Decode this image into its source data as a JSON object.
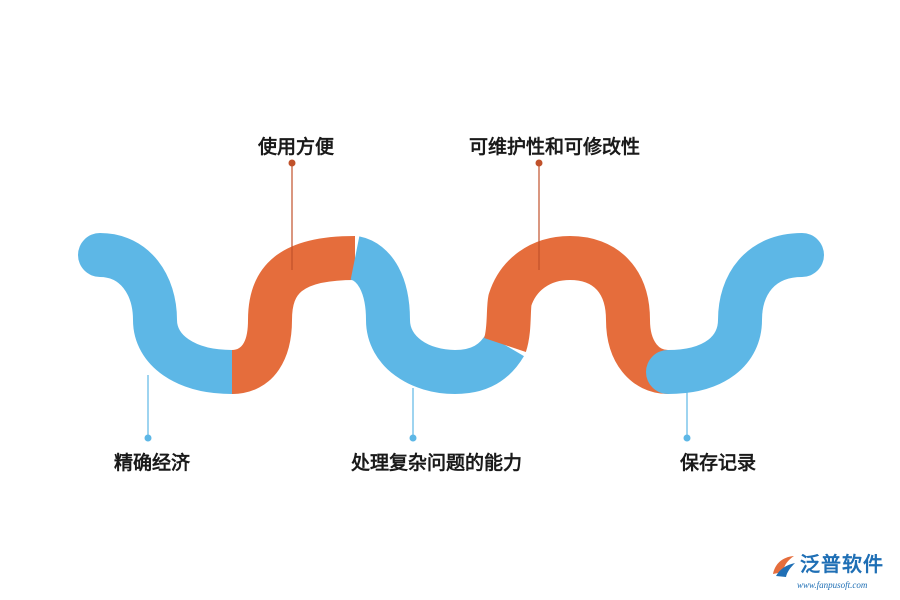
{
  "colors": {
    "blue": "#5db7e6",
    "orange": "#e56d3c",
    "blue_dot": "#5db7e6",
    "orange_dot": "#c0512a"
  },
  "features": [
    {
      "key": "accurate",
      "text": "精确经济",
      "color": "blue"
    },
    {
      "key": "ease",
      "text": "使用方便",
      "color": "orange"
    },
    {
      "key": "problem",
      "text": "处理复杂问题的能力",
      "color": "blue"
    },
    {
      "key": "maintain",
      "text": "可维护性和可修改性",
      "color": "orange"
    },
    {
      "key": "records",
      "text": "保存记录",
      "color": "blue"
    }
  ],
  "brand": {
    "name": "泛普软件",
    "url": "www.fanpusoft.com"
  }
}
